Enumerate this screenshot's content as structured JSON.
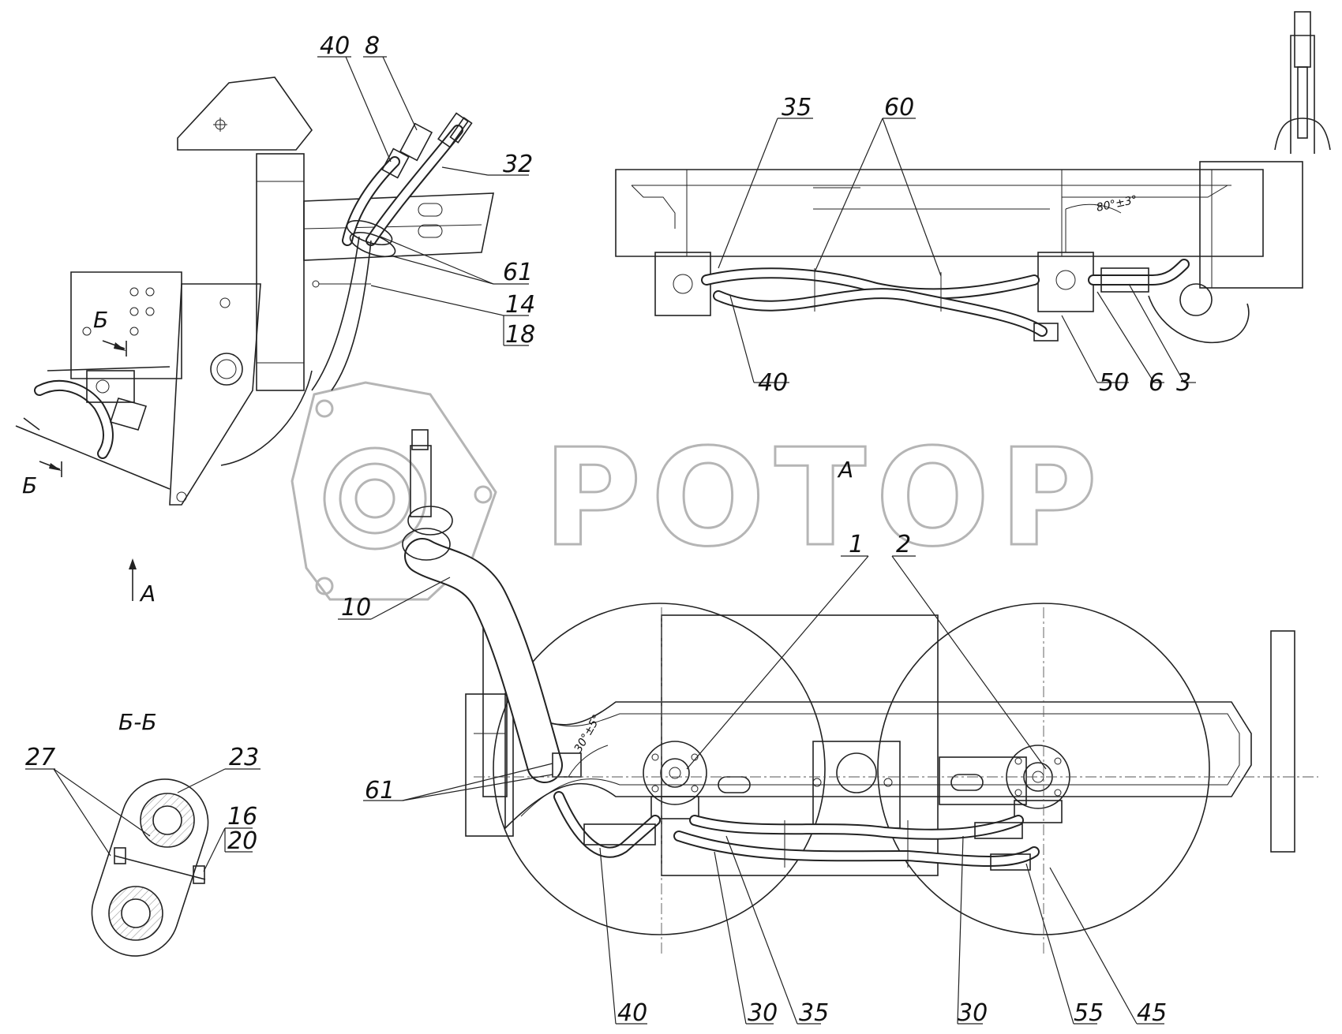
{
  "watermark": {
    "text": "POTOP"
  },
  "views": {
    "side_view_arrow": "А",
    "section_arrow_top": "Б",
    "section_arrow_bottom": "Б",
    "top_view_label": "А",
    "section_label": "Б-Б"
  },
  "angles": {
    "top_view": "80°±3°",
    "plan_view": "30°±5°"
  },
  "callouts": {
    "side": [
      "40",
      "8",
      "32",
      "61",
      "14",
      "18"
    ],
    "top": [
      "35",
      "60",
      "40",
      "50",
      "6",
      "3"
    ],
    "plan": [
      "1",
      "2",
      "10",
      "61",
      "40",
      "30",
      "35",
      "30",
      "55",
      "45"
    ],
    "section": [
      "27",
      "23",
      "16",
      "20"
    ]
  },
  "colors": {
    "line": "#222222",
    "watermark_outline": "#b5b5b5",
    "fill_hatch": "#999999"
  }
}
